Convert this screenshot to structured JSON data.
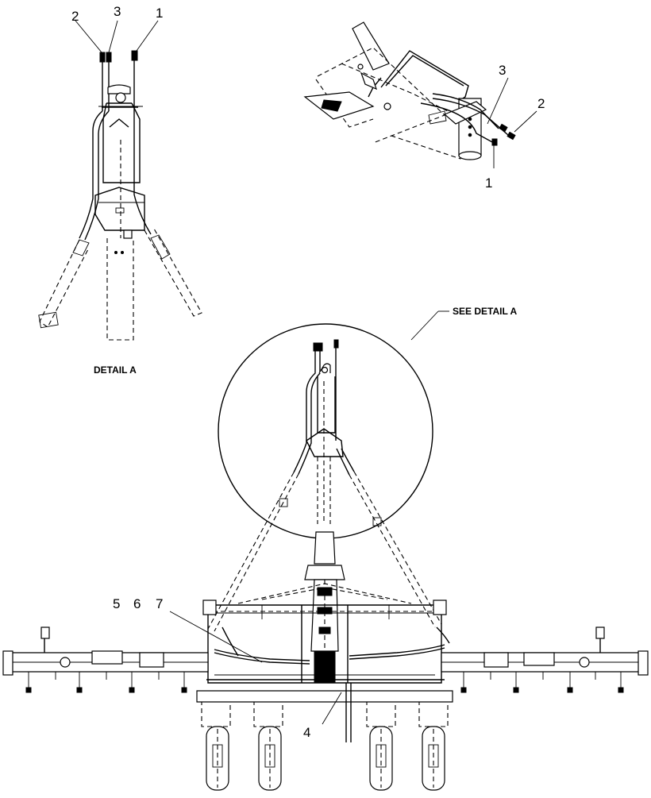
{
  "detail_a": {
    "title": "DETAIL  A",
    "callouts": [
      "1",
      "2",
      "3"
    ]
  },
  "iso_view": {
    "callouts": [
      "3",
      "2",
      "1"
    ]
  },
  "main_view": {
    "see_detail": "SEE DETAIL  A",
    "callouts": [
      "5",
      "6",
      "7",
      "4"
    ]
  }
}
